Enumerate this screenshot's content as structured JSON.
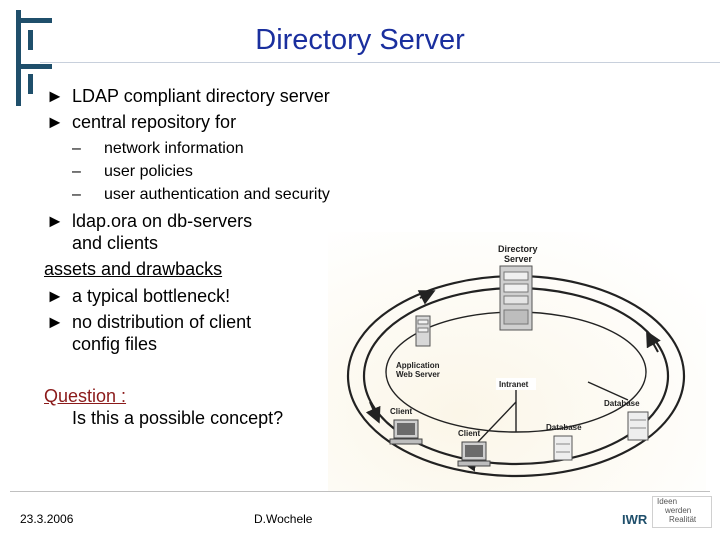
{
  "slide": {
    "title": "Directory Server",
    "bullets": [
      "LDAP compliant directory server",
      "central repository for"
    ],
    "sub_bullets": [
      "network information",
      "user policies",
      "user authentication and security"
    ],
    "bullet3_line1": "ldap.ora on db-servers",
    "bullet3_line2": "and clients",
    "assets_heading": "assets and drawbacks",
    "bullet4": "a typical bottleneck!",
    "bullet5_line1": "no distribution of client",
    "bullet5_line2": "config files",
    "question_heading": "Question :",
    "question_text": "Is this a possible concept?",
    "bullet_glyph": "►",
    "dash_glyph": "–"
  },
  "diagram": {
    "directory_server_line1": "Directory",
    "directory_server_line2": "Server",
    "app_server_line1": "Application",
    "app_server_line2": "Web Server",
    "intranet": "Intranet",
    "database_right": "Database",
    "database_bottom": "Database",
    "client_left": "Client",
    "client_bottom": "Client"
  },
  "footer": {
    "date": "23.3.2006",
    "author": "D.Wochele",
    "org": "IWR",
    "tagline_1": "Ideen",
    "tagline_2": "werden",
    "tagline_3": "Realität"
  },
  "colors": {
    "title": "#1a2f9e",
    "question": "#8b1a1a",
    "logo": "#1f4f6b"
  }
}
